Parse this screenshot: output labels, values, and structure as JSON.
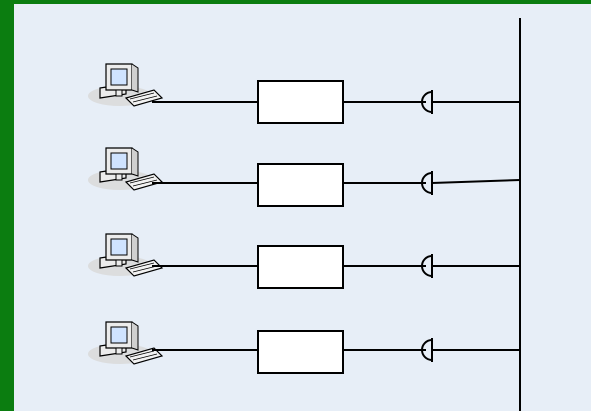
{
  "diagram": {
    "colors": {
      "border": "#0b7d10",
      "canvas": "#e7eef7",
      "line": "#000000",
      "box_fill": "#ffffff",
      "computer_body": "#ececec",
      "computer_shadow": "#d9d9d9",
      "screen": "#cfe3ff"
    },
    "bus": {
      "label": ""
    },
    "stations": [
      {
        "id": "station-1",
        "computer_icon": "computer-icon",
        "box_label": "",
        "tap_icon": "tap-connector-icon"
      },
      {
        "id": "station-2",
        "computer_icon": "computer-icon",
        "box_label": "",
        "tap_icon": "tap-connector-icon"
      },
      {
        "id": "station-3",
        "computer_icon": "computer-icon",
        "box_label": "",
        "tap_icon": "tap-connector-icon"
      },
      {
        "id": "station-4",
        "computer_icon": "computer-icon",
        "box_label": "",
        "tap_icon": "tap-connector-icon"
      }
    ]
  }
}
